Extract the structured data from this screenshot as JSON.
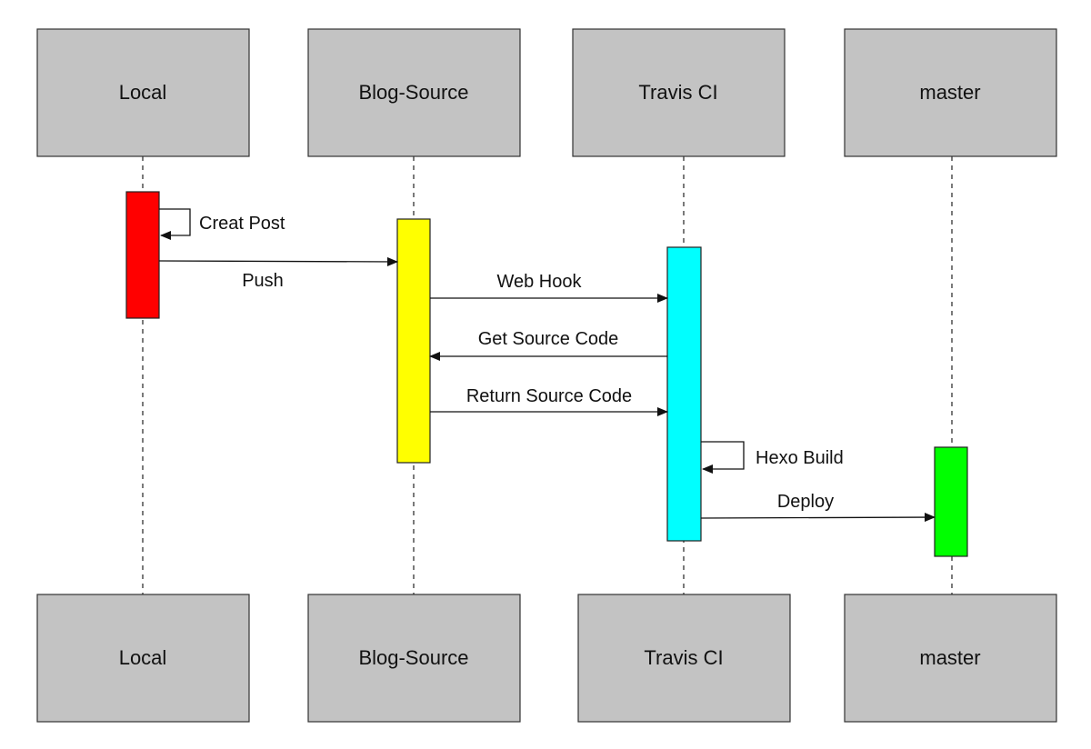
{
  "participants": [
    {
      "id": "local",
      "label": "Local"
    },
    {
      "id": "blog_source",
      "label": "Blog-Source"
    },
    {
      "id": "travis_ci",
      "label": "Travis CI"
    },
    {
      "id": "master",
      "label": "master"
    }
  ],
  "activations": [
    {
      "participant": "local",
      "color": "#ff0000"
    },
    {
      "participant": "blog_source",
      "color": "#ffff00"
    },
    {
      "participant": "travis_ci",
      "color": "#00ffff"
    },
    {
      "participant": "master",
      "color": "#00ff00"
    }
  ],
  "messages": [
    {
      "from": "local",
      "to": "local",
      "label": "Creat Post",
      "kind": "self"
    },
    {
      "from": "local",
      "to": "blog_source",
      "label": "Push",
      "kind": "call"
    },
    {
      "from": "blog_source",
      "to": "travis_ci",
      "label": "Web Hook",
      "kind": "call"
    },
    {
      "from": "travis_ci",
      "to": "blog_source",
      "label": "Get Source Code",
      "kind": "call"
    },
    {
      "from": "blog_source",
      "to": "travis_ci",
      "label": "Return Source Code",
      "kind": "call"
    },
    {
      "from": "travis_ci",
      "to": "travis_ci",
      "label": "Hexo Build",
      "kind": "self"
    },
    {
      "from": "travis_ci",
      "to": "master",
      "label": "Deploy",
      "kind": "call"
    }
  ]
}
